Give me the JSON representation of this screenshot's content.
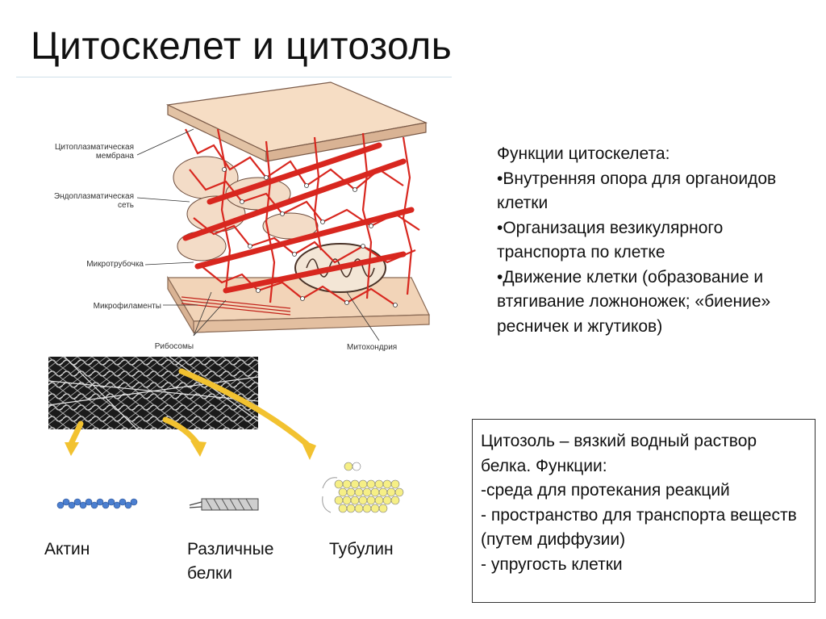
{
  "slide": {
    "title": "Цитоскелет и цитозоль"
  },
  "diagram": {
    "labels": {
      "membrane": "Цитоплазматическая\nмембрана",
      "er": "Эндоплазматическая\nсеть",
      "microtubule": "Микротрубочка",
      "microfilaments": "Микрофиламенты",
      "ribosomes": "Рибосомы",
      "mitochondria": "Митохондрия"
    }
  },
  "functions": {
    "heading": "Функции цитоскелета:",
    "items": [
      "•Внутренняя опора для органоидов клетки",
      "•Организация везикулярного транспорта по клетке",
      "•Движение клетки (образование и втягивание ложноножек; «биение» ресничек и жгутиков)"
    ]
  },
  "cytosol": {
    "lines": [
      "Цитозоль – вязкий водный раствор белка. Функции:",
      "-среда для протекания реакций",
      "- пространство для транспорта веществ (путем диффузии)",
      "- упругость клетки"
    ]
  },
  "molecules": {
    "actin": "Актин",
    "proteins": "Различные белки",
    "tubulin": "Тубулин"
  },
  "colors": {
    "plate": "#f2d4b8",
    "plate_edge": "#8a6a55",
    "filament_red": "#d8271f",
    "arrow_yellow": "#f2c230",
    "actin_blue": "#4b7fd0",
    "tubulin_yellow": "#f6ef86"
  }
}
